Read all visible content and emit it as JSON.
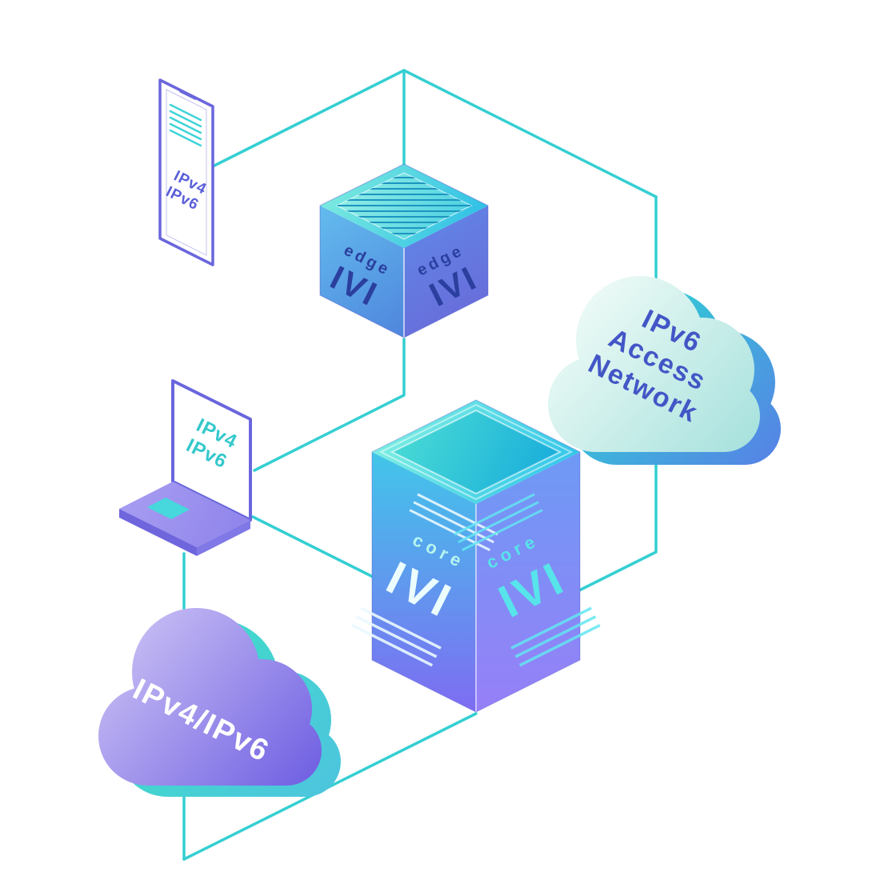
{
  "palette": {
    "background": "#ffffff",
    "line": "#35cfd2",
    "cube_outline": "#4a55c8",
    "edge_text": "#2b3f9e",
    "core_left_label": "#b6f6ef",
    "core_left_text": "#ecfdff",
    "core_right_text": "#57e4ea",
    "cloud_access_text": "#4356c6",
    "cloud_dual_text": "#ffffff",
    "phone_text": "#5a5fd8",
    "laptop_text": "#35c8cc"
  },
  "nodes": {
    "phone": {
      "line1": "IPv4",
      "line2": "IPv6"
    },
    "laptop": {
      "line1": "IPv4",
      "line2": "IPv6"
    },
    "edge_router": {
      "label": "edge",
      "name": "IVI"
    },
    "core_router": {
      "label": "core",
      "name": "IVI"
    },
    "access_cloud": {
      "line1": "IPv6",
      "line2": "Access",
      "line3": "Network"
    },
    "dual_stack_cloud": {
      "label": "IPv4/IPv6"
    }
  }
}
